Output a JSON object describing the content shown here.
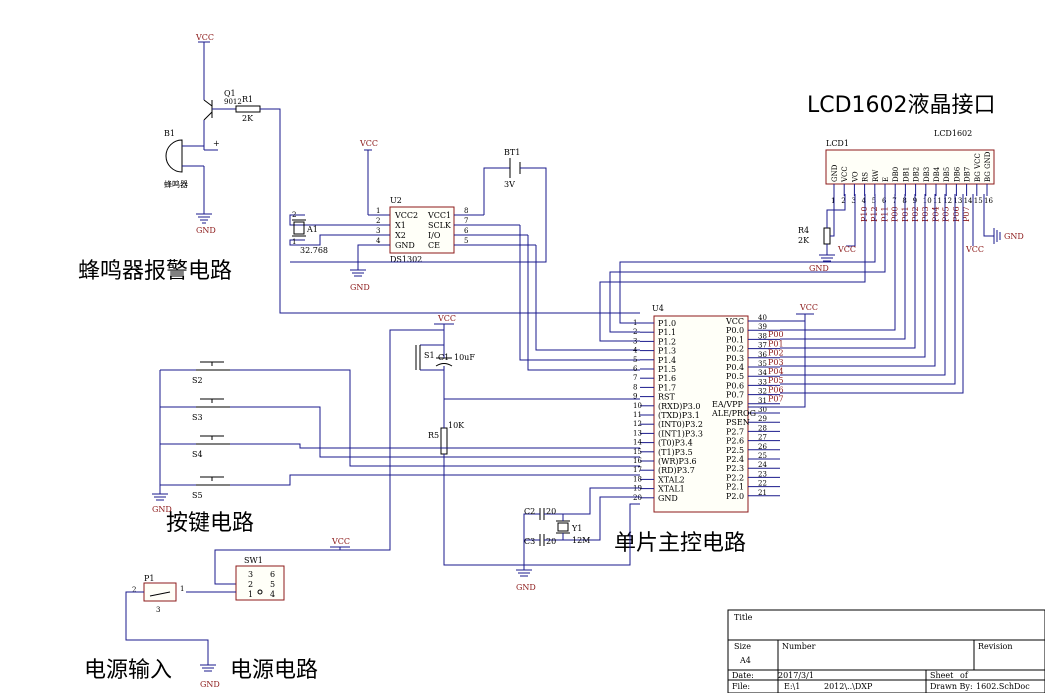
{
  "headings": {
    "buzzer_circuit": "蜂鸣器报警电路",
    "key_circuit": "按键电路",
    "mcu_circuit": "单片主控电路",
    "power_input": "电源输入",
    "power_circuit": "电源电路",
    "lcd_interface": "LCD1602液晶接口"
  },
  "nets": {
    "vcc": "VCC",
    "gnd": "GND"
  },
  "buzzer": {
    "q1": "Q1",
    "q1_part": "9012",
    "r1": "R1",
    "r1_val": "2K",
    "b1": "B1",
    "b1_name": "蜂鸣器",
    "plus": "+"
  },
  "rtc": {
    "u2": "U2",
    "part": "DS1302",
    "pins_left": [
      "VCC2",
      "X1",
      "X2",
      "GND"
    ],
    "pins_left_num": [
      "1",
      "2",
      "3",
      "4"
    ],
    "pins_right": [
      "VCC1",
      "SCLK",
      "I/O",
      "CE"
    ],
    "pins_right_num": [
      "8",
      "7",
      "6",
      "5"
    ],
    "a1": "A1",
    "a1_val": "32.768",
    "a1_pin2": "2",
    "a1_pin1": "1",
    "bt1": "BT1",
    "bt1_val": "3V"
  },
  "lcd": {
    "designator": "LCD1",
    "part": "LCD1602",
    "pins": [
      "GND",
      "VCC",
      "VO",
      "RS",
      "RW",
      "E",
      "DB0",
      "DB1",
      "DB2",
      "DB3",
      "DB4",
      "DB5",
      "DB6",
      "DB7",
      "BG VCC",
      "BG GND"
    ],
    "pin_nums": [
      "1",
      "2",
      "3",
      "4",
      "5",
      "6",
      "7",
      "8",
      "9",
      "10",
      "11",
      "12",
      "13",
      "14",
      "15",
      "16"
    ],
    "nets": [
      "P10",
      "P12",
      "P11",
      "P00",
      "P01",
      "P02",
      "P03",
      "P04",
      "P05",
      "P06",
      "P07"
    ],
    "r4": "R4",
    "r4_val": "2K"
  },
  "mcu": {
    "u4": "U4",
    "left": [
      "P1.0",
      "P1.1",
      "P1.2",
      "P1.3",
      "P1.4",
      "P1.5",
      "P1.6",
      "P1.7",
      "RST",
      "(RXD)P3.0",
      "(TXD)P3.1",
      "(INT0)P3.2",
      "(INT1)P3.3",
      "(T0)P3.4",
      "(T1)P3.5",
      "(WR)P3.6",
      "(RD)P3.7",
      "XTAL2",
      "XTAL1",
      "GND"
    ],
    "left_num": [
      "1",
      "2",
      "3",
      "4",
      "5",
      "6",
      "7",
      "8",
      "9",
      "10",
      "11",
      "12",
      "13",
      "14",
      "15",
      "16",
      "17",
      "18",
      "19",
      "20"
    ],
    "right": [
      "VCC",
      "P0.0",
      "P0.1",
      "P0.2",
      "P0.3",
      "P0.4",
      "P0.5",
      "P0.6",
      "P0.7",
      "EA/VPP",
      "ALE/PROG",
      "PSEN",
      "P2.7",
      "P2.6",
      "P2.5",
      "P2.4",
      "P2.3",
      "P2.2",
      "P2.1",
      "P2.0"
    ],
    "right_num": [
      "40",
      "39",
      "38",
      "37",
      "36",
      "35",
      "34",
      "33",
      "32",
      "31",
      "30",
      "29",
      "28",
      "27",
      "26",
      "25",
      "24",
      "23",
      "22",
      "21"
    ],
    "right_nets": [
      "P00",
      "P01",
      "P02",
      "P03",
      "P04",
      "P05",
      "P06",
      "P07"
    ]
  },
  "reset": {
    "s1": "S1",
    "c1": "C1",
    "c1_val": "10uF",
    "r5": "R5",
    "r5_val": "10K"
  },
  "crystal": {
    "c2": "C2",
    "c3": "C3",
    "c_val": "20",
    "y1": "Y1",
    "y1_val": "12M"
  },
  "keys": [
    "S2",
    "S3",
    "S4",
    "S5"
  ],
  "power": {
    "sw1": "SW1",
    "sw_left": [
      "3",
      "2",
      "1"
    ],
    "sw_right": [
      "6",
      "5",
      "4"
    ],
    "p1": "P1",
    "p1_pin2": "2",
    "p1_pin1": "1",
    "p1_pin3": "3"
  },
  "title_block": {
    "title": "Title",
    "size": "Size",
    "size_val": "A4",
    "number": "Number",
    "revision": "Revision",
    "date": "Date:",
    "date_val": "2017/3/1",
    "file": "File:",
    "file_val": "E:\\1",
    "path_val": "2012\\..\\DXP",
    "sheet": "Sheet",
    "of": "of",
    "drawn_by": "Drawn By:",
    "drawn_by_val": "1602.SchDoc"
  }
}
